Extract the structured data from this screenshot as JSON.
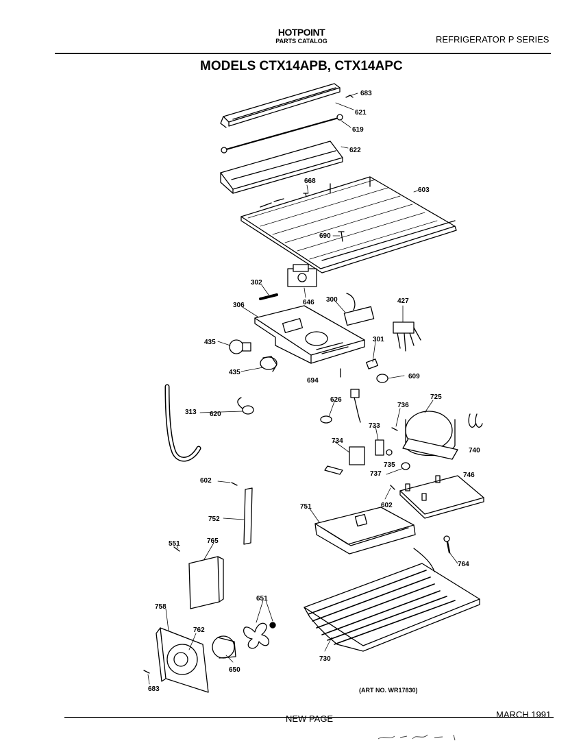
{
  "header": {
    "brand": "HOTPOINT",
    "catalog": "PARTS CATALOG",
    "series": "REFRIGERATOR P  SERIES"
  },
  "title": "MODELS CTX14APB, CTX14APC",
  "parts": {
    "p683_top": "683",
    "p621": "621",
    "p619": "619",
    "p622": "622",
    "p668": "668",
    "p603": "603",
    "p690": "690",
    "p302": "302",
    "p646": "646",
    "p300": "300",
    "p427": "427",
    "p306": "306",
    "p435_bulb": "435",
    "p435_socket": "435",
    "p301": "301",
    "p694": "694",
    "p609": "609",
    "p313": "313",
    "p620": "620",
    "p626": "626",
    "p736": "736",
    "p725": "725",
    "p733": "733",
    "p740": "740",
    "p734": "734",
    "p735": "735",
    "p737": "737",
    "p602_left": "602",
    "p746": "746",
    "p751": "751",
    "p602_right": "602",
    "p752": "752",
    "p551": "551",
    "p765": "765",
    "p764": "764",
    "p651": "651",
    "p758": "758",
    "p762": "762",
    "p650": "650",
    "p730": "730",
    "p683_bottom": "683"
  },
  "art_number": "(ART NO. WR17830)",
  "footer": {
    "new_page": "NEW PAGE",
    "date": "MARCH 1991"
  }
}
